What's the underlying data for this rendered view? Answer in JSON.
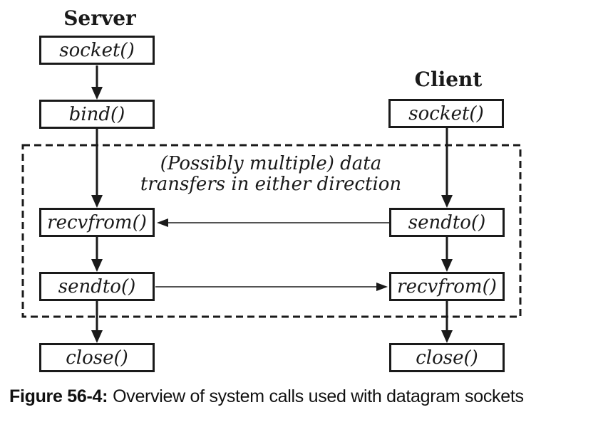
{
  "figure": {
    "type": "flow-diagram",
    "subject": "System calls used with datagram sockets"
  },
  "colors": {
    "ink": "#1a1a1a",
    "background": "#ffffff"
  },
  "server": {
    "title": "Server",
    "calls": [
      "socket()",
      "bind()",
      "recvfrom()",
      "sendto()",
      "close()"
    ]
  },
  "client": {
    "title": "Client",
    "calls": [
      "socket()",
      "sendto()",
      "recvfrom()",
      "close()"
    ]
  },
  "annotation": {
    "line1": "(Possibly multiple) data",
    "line2": "transfers in either direction"
  },
  "caption": {
    "label": "Figure 56-4:",
    "text": "Overview of system calls used with datagram sockets"
  }
}
